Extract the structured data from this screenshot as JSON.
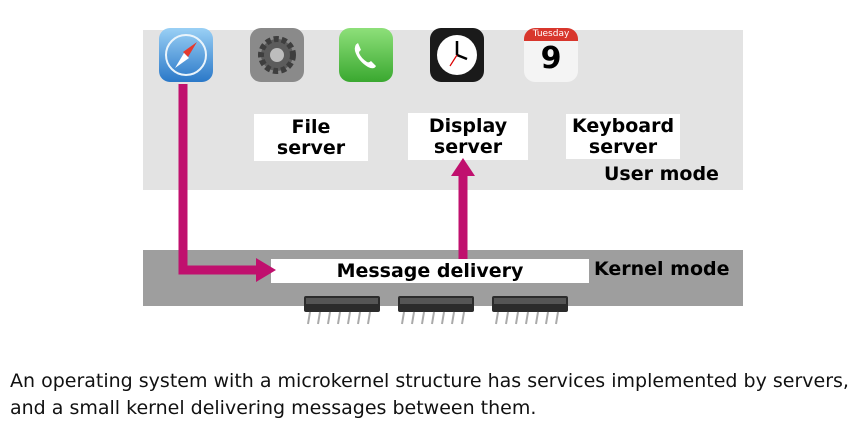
{
  "apps": [
    {
      "name": "safari-icon"
    },
    {
      "name": "settings-icon"
    },
    {
      "name": "phone-icon"
    },
    {
      "name": "clock-icon"
    },
    {
      "name": "calendar-icon",
      "day_label": "Tuesday",
      "date_number": "9"
    }
  ],
  "servers": {
    "file": {
      "line1": "File",
      "line2": "server"
    },
    "display": {
      "line1": "Display",
      "line2": "server"
    },
    "keyboard": {
      "line1": "Keyboard",
      "line2": "server"
    }
  },
  "modes": {
    "user": "User mode",
    "kernel": "Kernel mode"
  },
  "kernel": {
    "message_delivery": "Message delivery"
  },
  "caption": "An operating system with a microkernel structure has services implemented by servers, and a small kernel delivering messages between them.",
  "colors": {
    "arrow": "#c0106e",
    "user_band": "#e3e3e3",
    "kernel_band": "#9e9e9e"
  }
}
